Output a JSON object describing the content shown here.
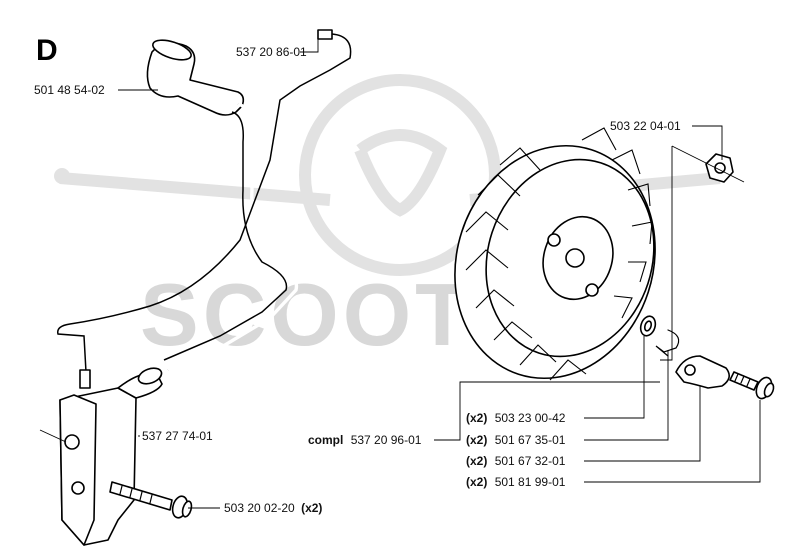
{
  "section_letter": "D",
  "watermark": {
    "text": "SCOOTTY"
  },
  "parts": {
    "spark_plug_cap": {
      "number": "501 48 54-02"
    },
    "wire_connector": {
      "number": "537 20 86-01"
    },
    "ignition_module": {
      "number": "537 27 74-01"
    },
    "module_screw": {
      "number": "503 20 02-20",
      "qty": "(x2)"
    },
    "flywheel_nut": {
      "number": "503 22 04-01"
    },
    "flywheel_complete": {
      "prefix": "compl",
      "number": "537 20 96-01"
    },
    "washer": {
      "qty": "(x2)",
      "number": "503 23 00-42"
    },
    "spring": {
      "qty": "(x2)",
      "number": "501 67 35-01"
    },
    "pawl": {
      "qty": "(x2)",
      "number": "501 67 32-01"
    },
    "pawl_screw": {
      "qty": "(x2)",
      "number": "501 81 99-01"
    }
  }
}
